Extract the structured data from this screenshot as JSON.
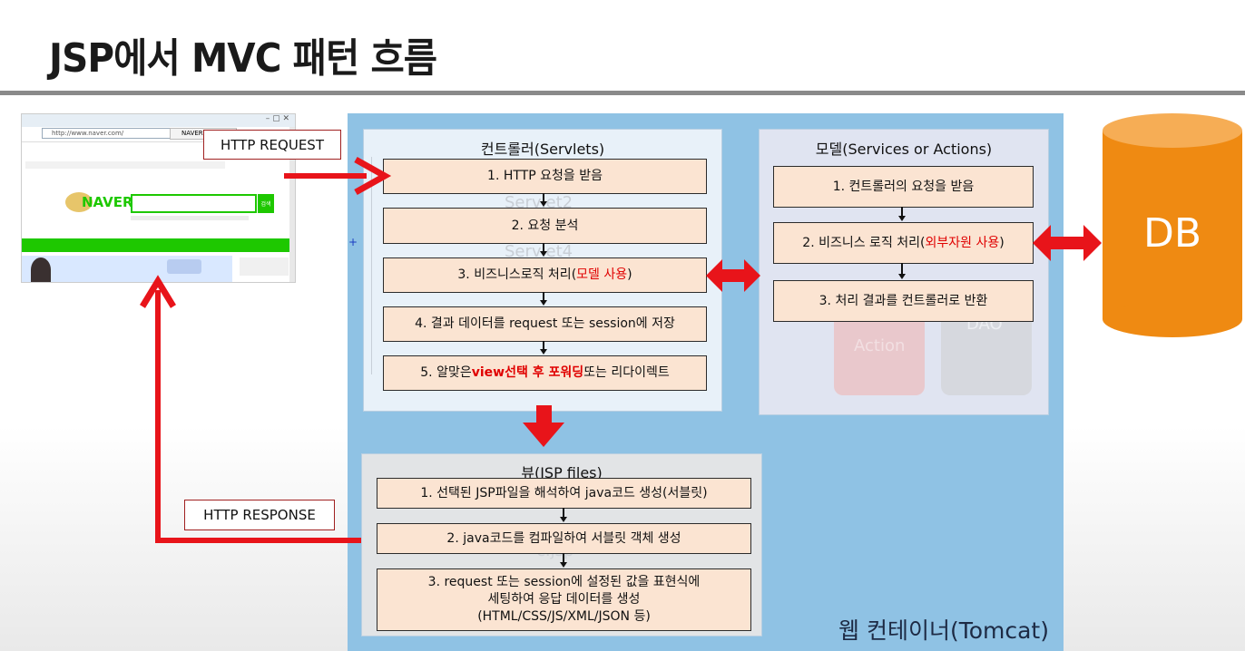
{
  "title": "JSP에서 MVC 패턴 흐름",
  "container_label": "웹 컨테이너(Tomcat)",
  "http_request": "HTTP REQUEST",
  "http_response": "HTTP RESPONSE",
  "db_label": "DB",
  "browser": {
    "url": "http://www.naver.com/",
    "tab": "NAVER",
    "logo": "NAVER",
    "search_button": "검색"
  },
  "controller": {
    "title": "컨트롤러(Servlets)",
    "steps": [
      {
        "text": "1. HTTP 요청을 받음"
      },
      {
        "text": "2. 요청 분석"
      },
      {
        "pre": "3. 비즈니스로직 처리(",
        "red": "모델 사용",
        "post": ")"
      },
      {
        "text": "4. 결과 데이터를 request 또는 session에 저장"
      },
      {
        "pre": "5. 알맞은 ",
        "red": "view선택 후 포워딩",
        "post": " 또는 리다이렉트"
      }
    ],
    "ghost": [
      "Servlet2",
      "Servlet4"
    ]
  },
  "model": {
    "title": "모델(Services or Actions)",
    "steps": [
      {
        "text": "1. 컨트롤러의 요청을 받음"
      },
      {
        "pre": "2. 비즈니스 로직 처리(",
        "red": "외부자원 사용",
        "post": ")"
      },
      {
        "text": "3. 처리 결과를 컨트롤러로 반환"
      }
    ],
    "ghost": [
      "Action",
      "DAO"
    ]
  },
  "view": {
    "title": "뷰(JSP files)",
    "steps": [
      {
        "text": "1. 선택된 JSP파일을 해석하여 java코드 생성(서블릿)"
      },
      {
        "text": "2. java코드를 컴파일하여 서블릿 객체 생성"
      },
      {
        "line1": "3. request 또는 session에 설정된 값을 표현식에",
        "line2": "세팅하여 응답 데이터를 생성",
        "line3": "(HTML/CSS/JS/XML/JSON 등)"
      }
    ],
    "ghost": [
      "c.jsp"
    ]
  },
  "colors": {
    "container": "#8fc2e4",
    "step_box": "#fbe4d2",
    "arrow_red": "#e8141a",
    "db_orange": "#ef8a12",
    "highlight_red": "#e00000"
  }
}
